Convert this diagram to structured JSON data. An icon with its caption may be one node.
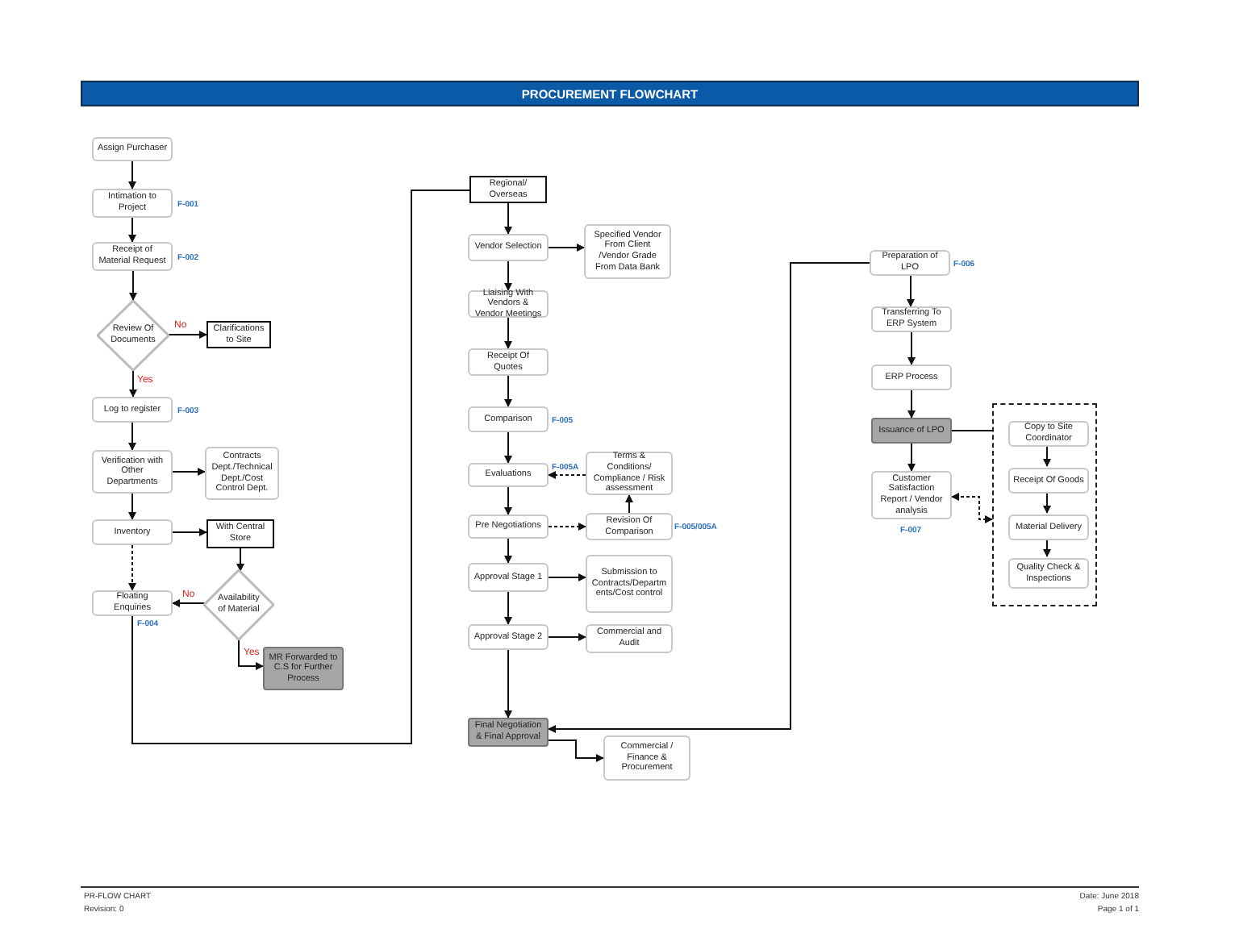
{
  "diagram": {
    "title": "PROCUREMENT FLOWCHART",
    "nodes": [
      {
        "text": [
          "Assign Purchaser"
        ]
      },
      {
        "text": [
          "Intimation to Project"
        ],
        "beside": [
          "F-001"
        ]
      },
      {
        "text": [
          "Receipt of Material Request"
        ],
        "beside": [
          "F-002"
        ]
      },
      {
        "text": [
          "Review Of Documents"
        ]
      },
      {
        "text": [
          "Clarifications to Site"
        ]
      },
      {
        "text": [
          "Log to register"
        ],
        "beside": [
          "F-003"
        ]
      },
      {
        "text": [
          "Verification with Other Departments"
        ]
      },
      {
        "text": [
          "Contracts Dept./Technical Dept./Cost Control Dept."
        ]
      },
      {
        "text": [
          "Inventory"
        ]
      },
      {
        "text": [
          "With Central Store"
        ]
      },
      {
        "text": [
          "Availability of Material"
        ]
      },
      {
        "text": [
          "Floating Enquiries"
        ],
        "beside": [
          "F-004"
        ]
      },
      {
        "text": [
          "MR Forwarded to C.S for Further Process"
        ]
      },
      {
        "text": [
          "Regional/ Overseas"
        ]
      },
      {
        "text": [
          "Vendor Selection"
        ]
      },
      {
        "text": [
          "Specified Vendor From Client /Vendor Grade From Data Bank"
        ]
      },
      {
        "text": [
          "Liaising With Vendors & Vendor Meetings"
        ]
      },
      {
        "text": [
          "Receipt Of Quotes"
        ]
      },
      {
        "text": [
          "Comparison"
        ],
        "beside": [
          "F-005"
        ]
      },
      {
        "text": [
          "Evaluations"
        ],
        "beside": [
          "F-005A"
        ]
      },
      {
        "text": [
          "Terms & Conditions/ Compliance / Risk assessment"
        ]
      },
      {
        "text": [
          "Pre Negotiations"
        ]
      },
      {
        "text": [
          "Revision Of Comparison"
        ],
        "beside": [
          "F-005/005A"
        ]
      },
      {
        "text": [
          "Approval Stage 1"
        ]
      },
      {
        "text": [
          "Submission to Contracts/Departments/Cost control"
        ]
      },
      {
        "text": [
          "Approval Stage 2"
        ]
      },
      {
        "text": [
          "Commercial and Audit"
        ]
      },
      {
        "text": [
          "Final Negotiation & Final Approval"
        ]
      },
      {
        "text": [
          "Commercial / Finance & Procurement"
        ]
      },
      {
        "text": [
          "Preparation of LPO"
        ],
        "beside": [
          "F-006"
        ]
      },
      {
        "text": [
          "Transferring To ERP System"
        ]
      },
      {
        "text": [
          "ERP Process"
        ]
      },
      {
        "text": [
          "Issuance of LPO"
        ]
      },
      {
        "text": [],
        "shape": "box"
      },
      {
        "text": [
          "Copy to Site Coordinator"
        ],
        "in": 33
      },
      {
        "text": [
          "Receipt Of Goods"
        ],
        "in": 33
      },
      {
        "text": [
          "Material Delivery"
        ],
        "in": 33
      },
      {
        "text": [
          "Quality Check & Inspections"
        ],
        "in": 33
      },
      {
        "text": [
          "Customer Satisfaction Report / Vendor analysis"
        ],
        "beside": [
          "F-007"
        ]
      }
    ],
    "edges": [
      {
        "from": 0,
        "to": 1,
        "arrow": "to"
      },
      {
        "from": 1,
        "to": 2,
        "arrow": "to"
      },
      {
        "from": 2,
        "to": 3,
        "arrow": "to"
      },
      {
        "from": 3,
        "to": 4,
        "arrow": "to",
        "label": "No"
      },
      {
        "from": 3,
        "to": 5,
        "arrow": "to",
        "label": "Yes"
      },
      {
        "from": 5,
        "to": 6,
        "arrow": "to"
      },
      {
        "from": 6,
        "to": 7,
        "arrow": "to"
      },
      {
        "from": 6,
        "to": 8,
        "arrow": "to"
      },
      {
        "from": 8,
        "to": 9,
        "arrow": "to"
      },
      {
        "from": 8,
        "to": 11,
        "arrow": "to",
        "style": "dashed"
      },
      {
        "from": 9,
        "to": 10,
        "arrow": "to"
      },
      {
        "from": 10,
        "to": 11,
        "arrow": "to",
        "label": "No"
      },
      {
        "from": 10,
        "to": 12,
        "arrow": "to",
        "label": "Yes"
      },
      {
        "from": 11,
        "to": 13,
        "arrow": "none"
      },
      {
        "from": 13,
        "to": 14,
        "arrow": "to"
      },
      {
        "from": 14,
        "to": 15,
        "arrow": "to"
      },
      {
        "from": 14,
        "to": 16,
        "arrow": "to"
      },
      {
        "from": 16,
        "to": 17,
        "arrow": "to"
      },
      {
        "from": 17,
        "to": 18,
        "arrow": "to"
      },
      {
        "from": 18,
        "to": 19,
        "arrow": "to"
      },
      {
        "from": 19,
        "to": 21,
        "arrow": "to"
      },
      {
        "from": 20,
        "to": 19,
        "arrow": "to",
        "style": "dashed"
      },
      {
        "from": 21,
        "to": 22,
        "arrow": "to",
        "style": "dashed"
      },
      {
        "from": 22,
        "to": 20,
        "arrow": "to"
      },
      {
        "from": 21,
        "to": 23,
        "arrow": "to"
      },
      {
        "from": 23,
        "to": 24,
        "arrow": "to"
      },
      {
        "from": 23,
        "to": 25,
        "arrow": "to"
      },
      {
        "from": 25,
        "to": 26,
        "arrow": "to"
      },
      {
        "from": 25,
        "to": 27,
        "arrow": "to"
      },
      {
        "from": 27,
        "to": 28,
        "arrow": "to"
      },
      {
        "from": 29,
        "to": 27,
        "arrow": "to"
      },
      {
        "from": 29,
        "to": 30,
        "arrow": "to"
      },
      {
        "from": 30,
        "to": 31,
        "arrow": "to"
      },
      {
        "from": 31,
        "to": 32,
        "arrow": "to"
      },
      {
        "from": 32,
        "to": 38,
        "arrow": "to"
      },
      {
        "from": 32,
        "to": 33,
        "arrow": "none"
      },
      {
        "from": 33,
        "to": 38,
        "arrow": "both",
        "style": "dashed"
      },
      {
        "from": 34,
        "to": 35,
        "arrow": "to"
      },
      {
        "from": 35,
        "to": 36,
        "arrow": "to"
      },
      {
        "from": 36,
        "to": 37,
        "arrow": "to"
      }
    ],
    "labels": [
      "PR-FLOW CHART",
      "Revision: 0",
      "Date: June 2018",
      "Page 1 of 1"
    ]
  }
}
